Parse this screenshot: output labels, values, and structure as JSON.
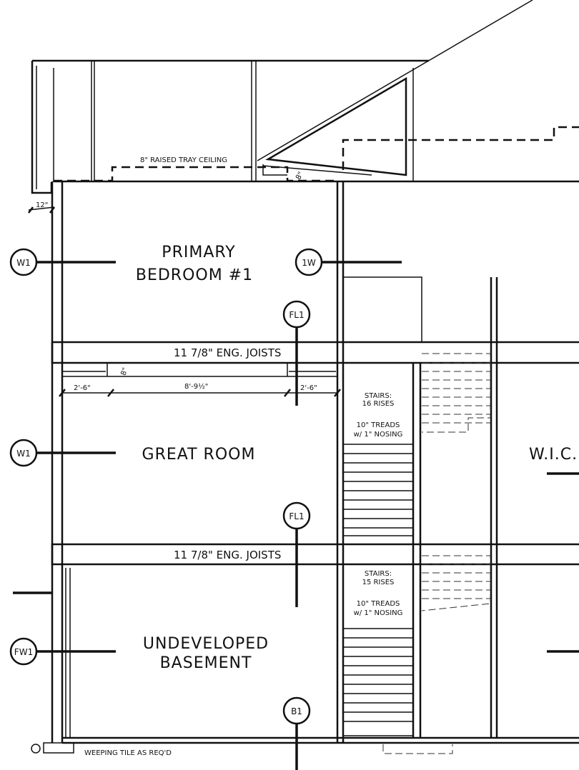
{
  "rooms": {
    "primary_line1": "PRIMARY",
    "primary_line2": "BEDROOM #1",
    "great_room": "GREAT ROOM",
    "basement_line1": "UNDEVELOPED",
    "basement_line2": "BASEMENT",
    "wic": "W.I.C."
  },
  "notes": {
    "tray_ceiling": "8\" RAISED TRAY CEILING",
    "joists_upper": "11 7/8\" ENG. JOISTS",
    "joists_lower": "11 7/8\" ENG. JOISTS",
    "weeping_tile": "WEEPING TILE AS REQ'D",
    "stairs_upper_1": "STAIRS:",
    "stairs_upper_2": "16 RISES",
    "stairs_upper_3": "10\" TREADS",
    "stairs_upper_4": "w/ 1\" NOSING",
    "stairs_lower_1": "STAIRS:",
    "stairs_lower_2": "15 RISES",
    "stairs_lower_3": "10\" TREADS",
    "stairs_lower_4": "w/ 1\" NOSING"
  },
  "dimensions": {
    "overhang": "12\"",
    "tray_drop": "8\"",
    "bulkhead_drop": "8\"",
    "left": "2'-6\"",
    "center": "8'-9½\"",
    "right": "2'-6\""
  },
  "tags": {
    "w1_upper": "W1",
    "iw_upper": "1W",
    "fl1_upper": "FL1",
    "w1_middle": "W1",
    "fl1_lower": "FL1",
    "fw1": "FW1",
    "b1": "B1"
  }
}
